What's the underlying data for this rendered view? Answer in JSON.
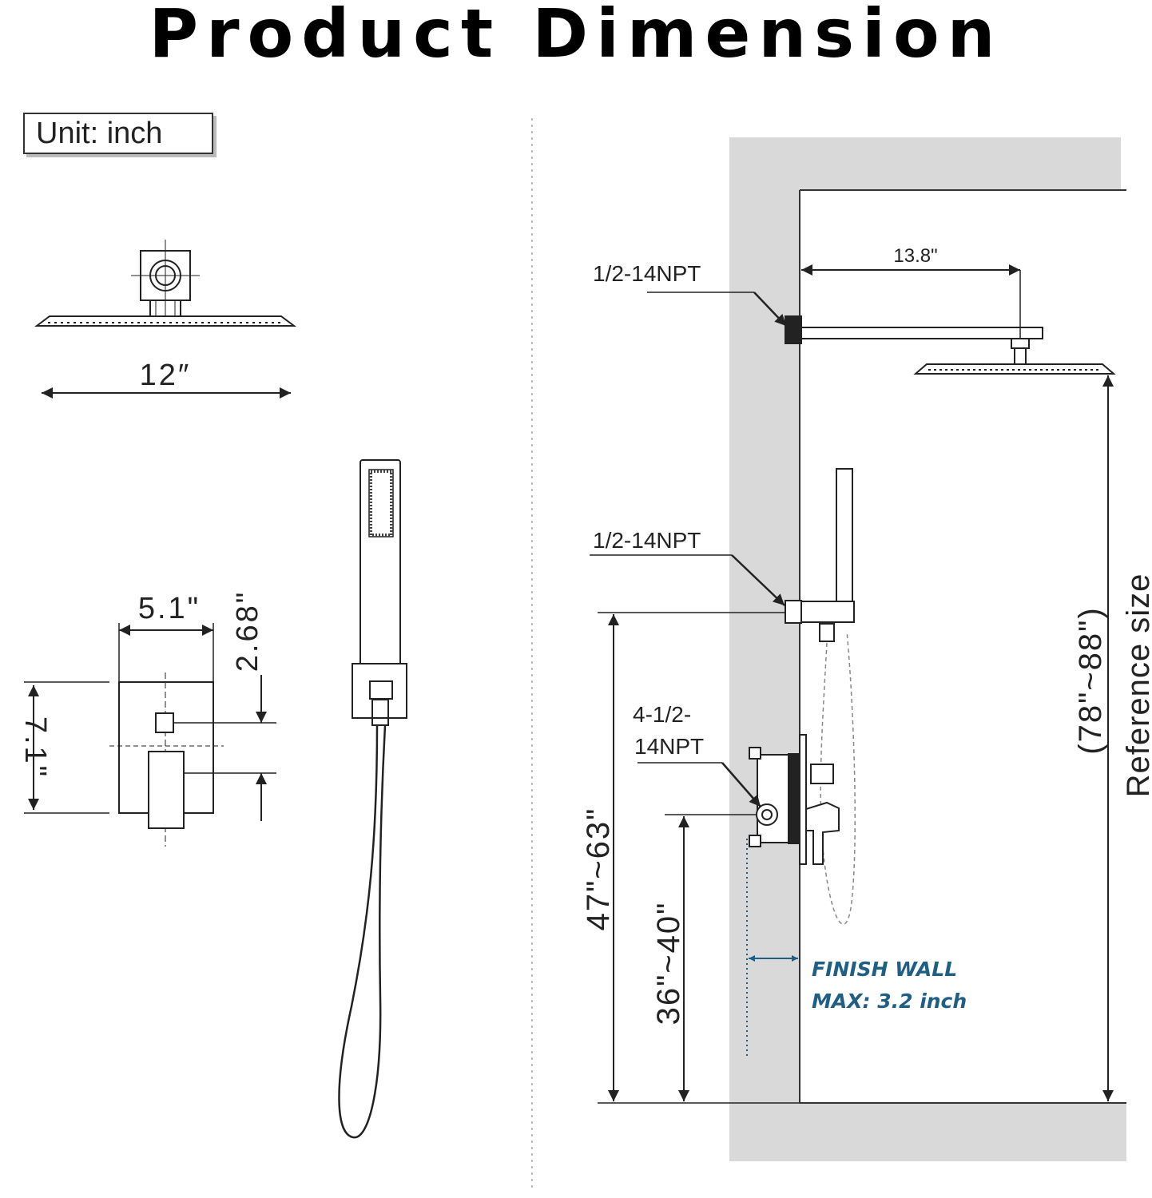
{
  "title": "Product Dimension",
  "unit_label": "Unit:  inch",
  "dimensions": {
    "shower_head_width": "12″",
    "arm_length": "13.8\"",
    "trim_width": "5.1\"",
    "trim_height": "7.1\"",
    "diverter_offset": "2.68\"",
    "head_height": "(78\"~88\")",
    "reference_size": "Reference size",
    "hand_outlet_height": "47\"~63\"",
    "valve_height": "36\"~40\""
  },
  "connections": {
    "arm_thread": "1/2-14NPT",
    "hand_thread": "1/2-14NPT",
    "valve_thread_line1": "4-1/2-",
    "valve_thread_line2": "14NPT"
  },
  "finish_wall": {
    "line1": "FINISH WALL",
    "line2": "MAX: 3.2 inch"
  },
  "colors": {
    "wall": "#d9d9d9",
    "line": "#222222",
    "note": "#1f5f86"
  }
}
